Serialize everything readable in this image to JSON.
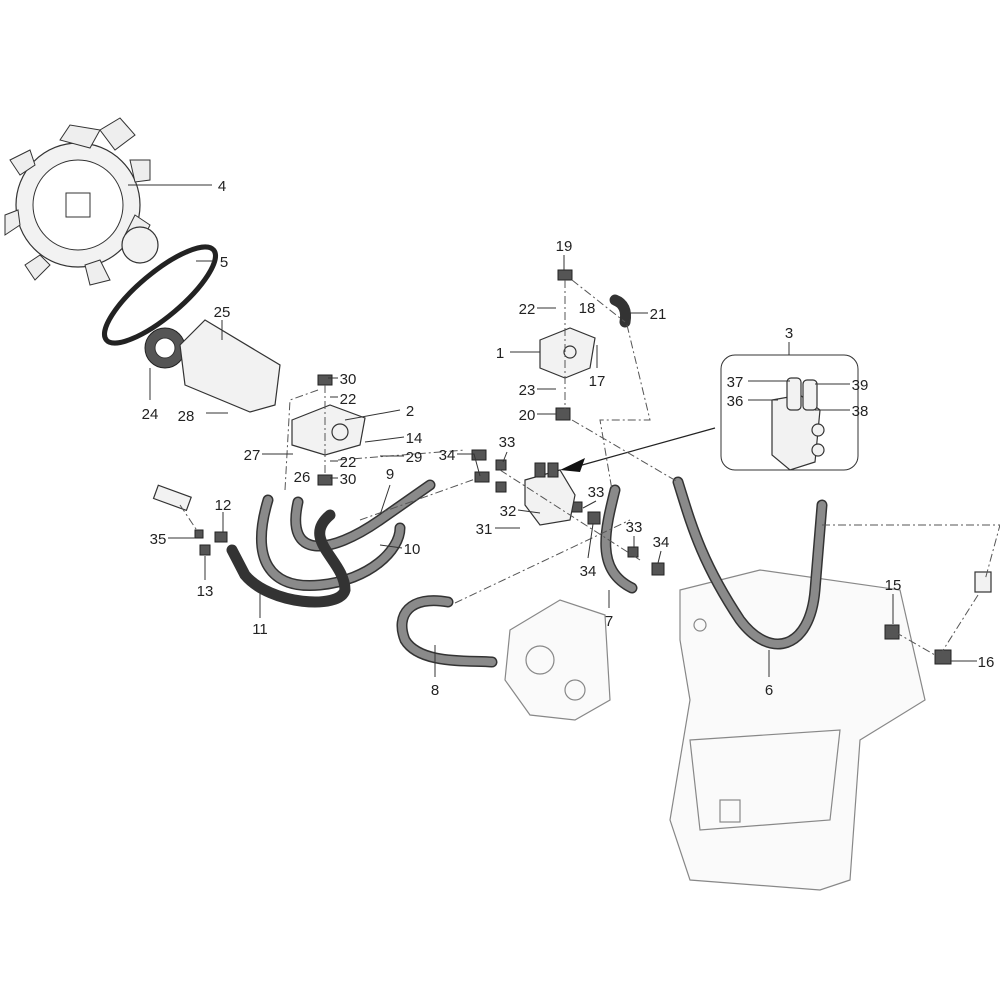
{
  "diagram": {
    "type": "exploded-parts-diagram",
    "callouts": [
      "4",
      "5",
      "25",
      "24",
      "28",
      "30",
      "22",
      "2",
      "14",
      "27",
      "22",
      "29",
      "26",
      "30",
      "9",
      "10",
      "12",
      "35",
      "13",
      "11",
      "19",
      "22",
      "18",
      "21",
      "1",
      "17",
      "23",
      "20",
      "3",
      "37",
      "39",
      "36",
      "38",
      "34",
      "33",
      "33",
      "32",
      "31",
      "33",
      "34",
      "34",
      "7",
      "8",
      "6",
      "15",
      "16"
    ]
  }
}
